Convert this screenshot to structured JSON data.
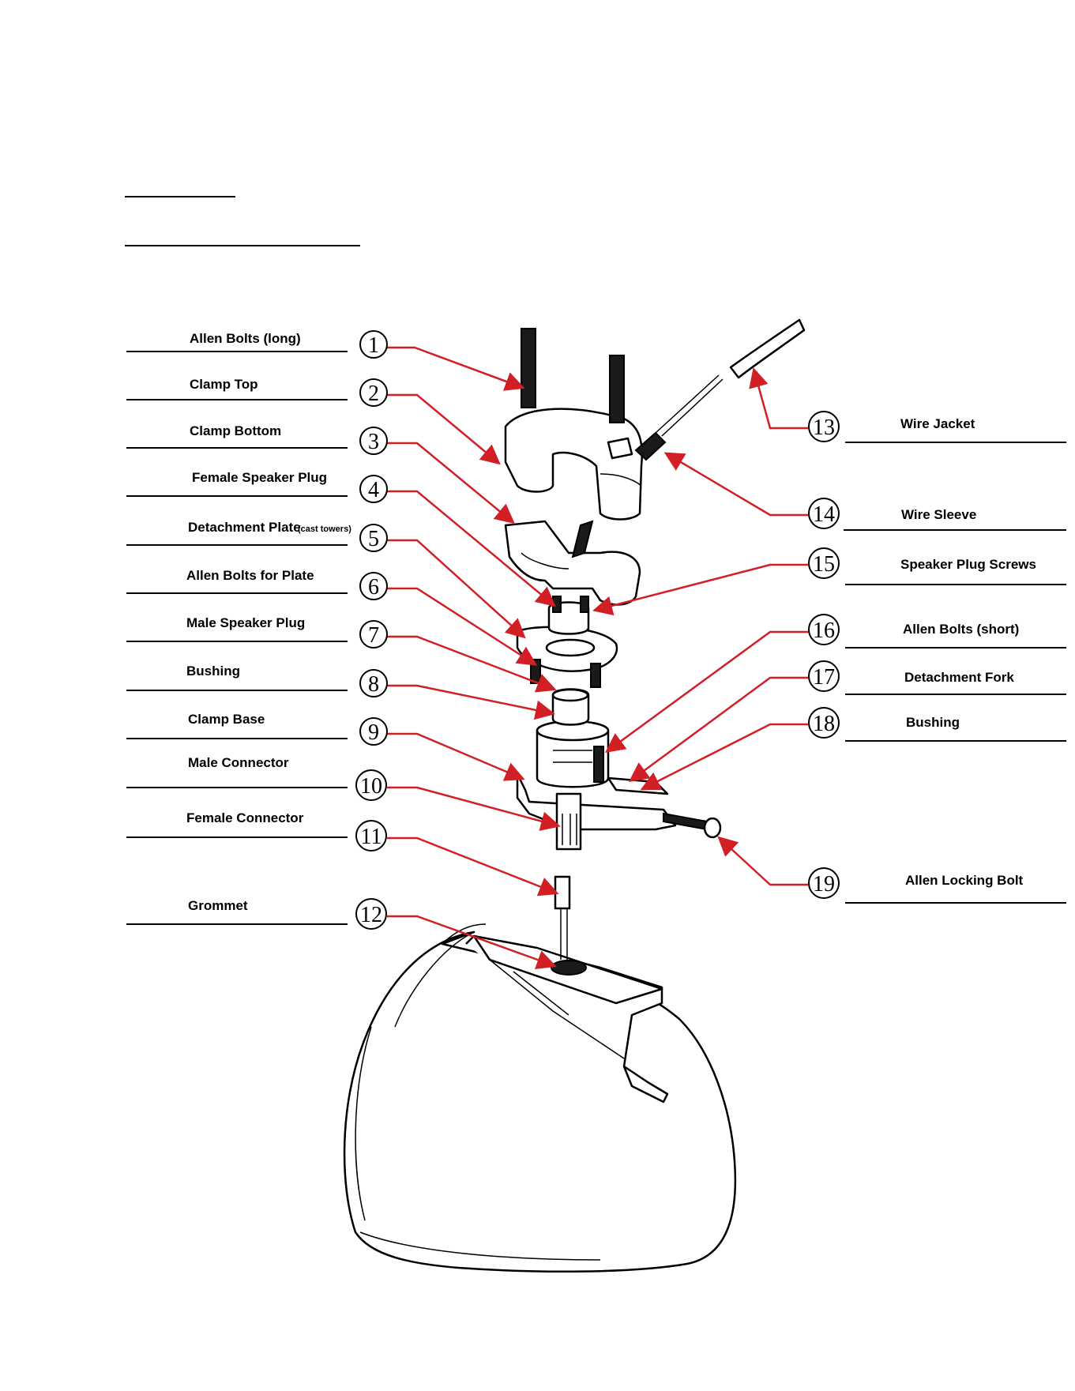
{
  "header_rules": [
    {
      "id": "rule-1"
    },
    {
      "id": "rule-2"
    }
  ],
  "left_callouts": [
    {
      "number": "1",
      "label": "Allen Bolts (long)"
    },
    {
      "number": "2",
      "label": "Clamp Top"
    },
    {
      "number": "3",
      "label": "Clamp Bottom"
    },
    {
      "number": "4",
      "label": "Female Speaker Plug"
    },
    {
      "number": "5",
      "label": "Detachment Plate",
      "note": "(cast towers)"
    },
    {
      "number": "6",
      "label": "Allen Bolts for Plate"
    },
    {
      "number": "7",
      "label": "Male Speaker Plug"
    },
    {
      "number": "8",
      "label": "Bushing"
    },
    {
      "number": "9",
      "label": "Clamp Base"
    },
    {
      "number": "10",
      "label": "Male Connector"
    },
    {
      "number": "11",
      "label": "Female Connector"
    },
    {
      "number": "12",
      "label": "Grommet"
    }
  ],
  "right_callouts": [
    {
      "number": "13",
      "label": "Wire Jacket"
    },
    {
      "number": "14",
      "label": "Wire Sleeve"
    },
    {
      "number": "15",
      "label": "Speaker Plug Screws"
    },
    {
      "number": "16",
      "label": "Allen Bolts (short)"
    },
    {
      "number": "17",
      "label": "Detachment Fork"
    },
    {
      "number": "18",
      "label": "Bushing"
    },
    {
      "number": "19",
      "label": "Allen Locking Bolt"
    }
  ],
  "colors": {
    "leader": "#d21f26",
    "ink": "#000000",
    "paper": "#ffffff"
  }
}
